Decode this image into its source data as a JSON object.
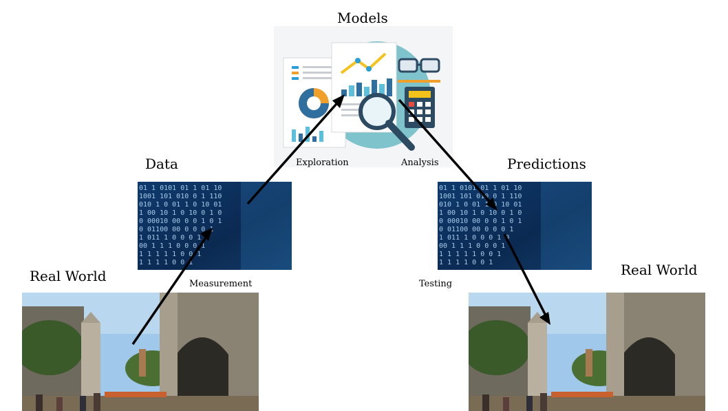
{
  "labels": {
    "models": "Models",
    "data": "Data",
    "predictions": "Predictions",
    "real_world_left": "Real World",
    "real_world_right": "Real World",
    "measurement": "Measurement",
    "testing": "Testing",
    "exploration": "Exploration",
    "analysis": "Analysis"
  },
  "images": {
    "models": "analytics-illustration",
    "data": "binary-code-photo",
    "predictions": "binary-code-photo",
    "real_world": "campus-gate-photo"
  },
  "colors": {
    "arrow": "#000000",
    "binary_bg": "#0b2a52",
    "binary_text": "#bfe4ff",
    "illustration_circle": "#7fc3cc",
    "chart_blue": "#2f6f9f",
    "chart_orange": "#f0a02a",
    "chart_yellow": "#f5c21b"
  }
}
